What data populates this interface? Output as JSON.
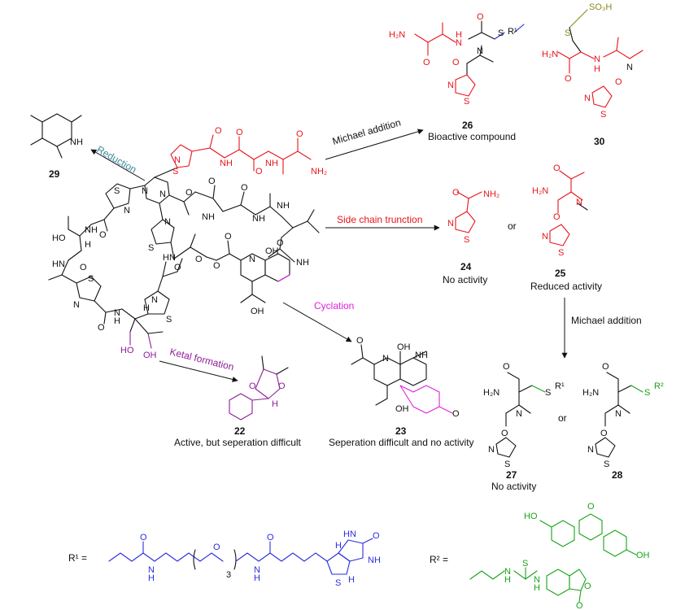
{
  "arrows": {
    "reduction": {
      "label": "Reduction",
      "color": "#3a8a9c"
    },
    "michael_top": {
      "label": "Michael addition",
      "color": "#111111"
    },
    "side_chain": {
      "label": "Side chain trunction",
      "color": "#e8141b"
    },
    "cyclation": {
      "label": "Cyclation",
      "color": "#e020e0"
    },
    "ketal": {
      "label": "Ketal formation",
      "color": "#8e1d9b"
    },
    "michael_right": {
      "label": "Michael addition",
      "color": "#111111"
    }
  },
  "compounds": {
    "c29": {
      "number": "29"
    },
    "c26": {
      "number": "26",
      "caption": "Bioactive compound"
    },
    "c30": {
      "number": "30"
    },
    "c24": {
      "number": "24",
      "caption": "No activity"
    },
    "c25": {
      "number": "25",
      "caption": "Reduced activity"
    },
    "c22": {
      "number": "22",
      "caption": "Active, but seperation difficult"
    },
    "c23": {
      "number": "23",
      "caption": "Seperation difficult and no activity"
    },
    "c27": {
      "number": "27",
      "caption": "No activity"
    },
    "c28": {
      "number": "28"
    }
  },
  "connector": {
    "or1": "or",
    "or2": "or"
  },
  "substituents": {
    "r1_label": "R¹ =",
    "r2_label": "R² =",
    "r1_repeat": "3",
    "r1_color": "#2a2ee0",
    "r2_color": "#1aa31a"
  },
  "atoms": {
    "h2n": "H₂N",
    "nh2": "NH₂",
    "o": "O",
    "n": "N",
    "s": "S",
    "nh": "NH",
    "hn": "HN",
    "h": "H",
    "ho": "HO",
    "oh": "OH",
    "r1": "R¹",
    "r2": "R²",
    "so3h": "SO₃H"
  }
}
